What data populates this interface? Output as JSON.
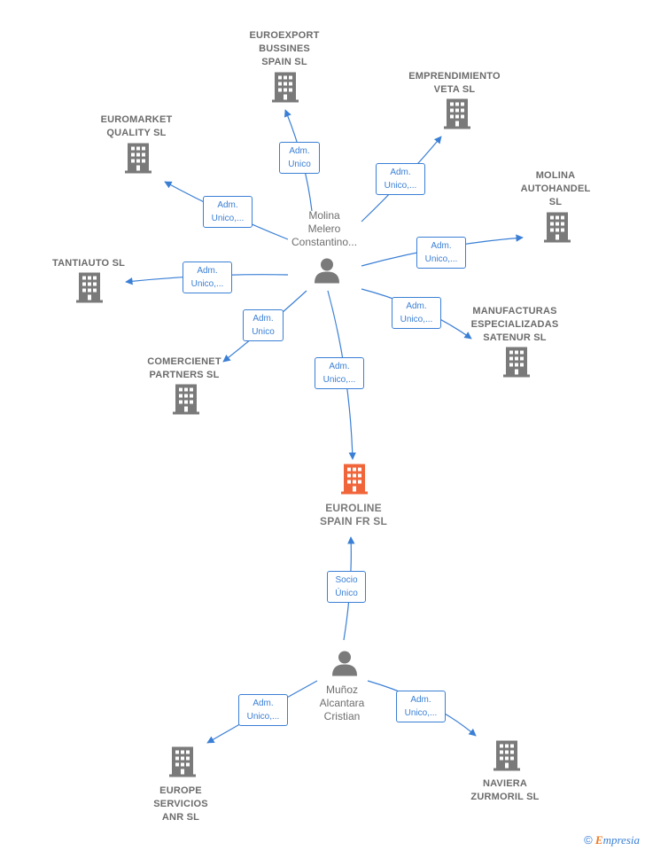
{
  "colors": {
    "edge": "#3a7fd5",
    "building": "#7a7a7a",
    "building_main": "#f0653a",
    "person": "#7a7a7a"
  },
  "people": {
    "molina": {
      "label": "Molina\nMelero\nConstantino..."
    },
    "munoz": {
      "label": "Muñoz\nAlcantara\nCristian"
    }
  },
  "companies": {
    "euroexport": {
      "label": "EUROEXPORT\nBUSSINES\nSPAIN  SL"
    },
    "emprendimiento": {
      "label": "EMPRENDIMIENTO\nVETA  SL"
    },
    "euromarket": {
      "label": "EUROMARKET\nQUALITY  SL"
    },
    "molina_autohandel": {
      "label": "MOLINA\nAUTOHANDEL\nSL"
    },
    "tantiauto": {
      "label": "TANTIAUTO  SL"
    },
    "manufacturas": {
      "label": "MANUFACTURAS\nESPECIALIZADAS\nSATENUR  SL"
    },
    "comercienet": {
      "label": "COMERCIENET\nPARTNERS  SL"
    },
    "euroline": {
      "label": "EUROLINE\nSPAIN FR  SL"
    },
    "europe_servicios": {
      "label": "EUROPE\nSERVICIOS\nANR  SL"
    },
    "naviera": {
      "label": "NAVIERA\nZURMORIL  SL"
    }
  },
  "edges": {
    "e_euroexport": "Adm.\nUnico",
    "e_emprendimiento": "Adm.\nUnico,...",
    "e_euromarket": "Adm.\nUnico,...",
    "e_autohandel": "Adm.\nUnico,...",
    "e_tantiauto": "Adm.\nUnico,...",
    "e_manufacturas": "Adm.\nUnico,...",
    "e_comercienet": "Adm.\nUnico",
    "e_euroline": "Adm.\nUnico,...",
    "e_socio": "Socio\nÚnico",
    "e_europe": "Adm.\nUnico,...",
    "e_naviera": "Adm.\nUnico,..."
  },
  "footer": {
    "copyright": "©",
    "brand_initial": "E",
    "brand_rest": "mpresia"
  }
}
